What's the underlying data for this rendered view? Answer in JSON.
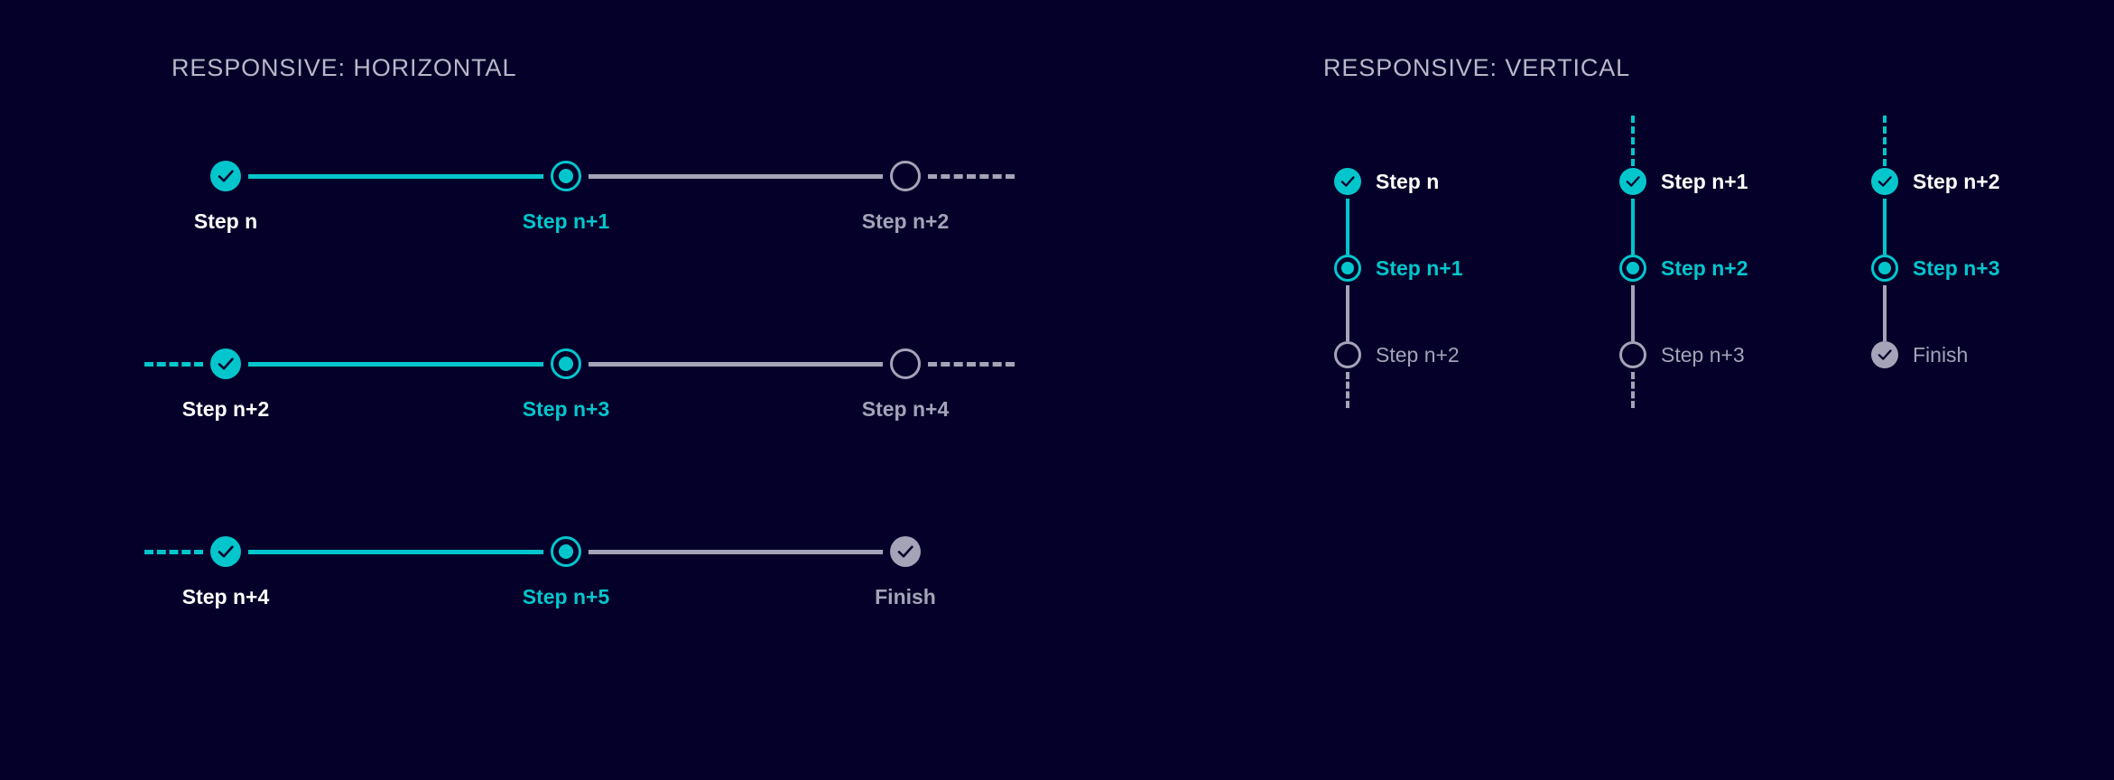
{
  "palette": {
    "background": "#040029",
    "accent": "#03c6cd",
    "muted": "#a5a3b8",
    "done_text": "#ffffff",
    "header_text": "#b9b7c9"
  },
  "sections": {
    "horizontal": {
      "title": "RESPONSIVE: HORIZONTAL"
    },
    "vertical": {
      "title": "RESPONSIVE: VERTICAL"
    }
  },
  "horizontal": {
    "rows": [
      {
        "lead": "none",
        "trail": "dashed-todo",
        "steps": [
          {
            "label": "Step n",
            "state": "done",
            "icon": "check-icon"
          },
          {
            "label": "Step n+1",
            "state": "active",
            "icon": "dot-icon"
          },
          {
            "label": "Step n+2",
            "state": "todo",
            "icon": "empty-circle-icon"
          }
        ]
      },
      {
        "lead": "dashed-done",
        "trail": "dashed-todo",
        "steps": [
          {
            "label": "Step n+2",
            "state": "done",
            "icon": "check-icon"
          },
          {
            "label": "Step n+3",
            "state": "active",
            "icon": "dot-icon"
          },
          {
            "label": "Step n+4",
            "state": "todo",
            "icon": "empty-circle-icon"
          }
        ]
      },
      {
        "lead": "dashed-done",
        "trail": "none",
        "steps": [
          {
            "label": "Step n+4",
            "state": "done",
            "icon": "check-icon"
          },
          {
            "label": "Step n+5",
            "state": "active",
            "icon": "dot-icon"
          },
          {
            "label": "Finish",
            "state": "finish",
            "icon": "check-icon"
          }
        ]
      }
    ]
  },
  "vertical": {
    "columns": [
      {
        "lead": "none",
        "trail": "dashed-todo",
        "steps": [
          {
            "label": "Step n",
            "state": "done",
            "icon": "check-icon"
          },
          {
            "label": "Step n+1",
            "state": "active",
            "icon": "dot-icon"
          },
          {
            "label": "Step n+2",
            "state": "todo",
            "icon": "empty-circle-icon"
          }
        ]
      },
      {
        "lead": "dashed-done",
        "trail": "dashed-todo",
        "steps": [
          {
            "label": "Step n+1",
            "state": "done",
            "icon": "check-icon"
          },
          {
            "label": "Step n+2",
            "state": "active",
            "icon": "dot-icon"
          },
          {
            "label": "Step n+3",
            "state": "todo",
            "icon": "empty-circle-icon"
          }
        ]
      },
      {
        "lead": "dashed-done",
        "trail": "none",
        "steps": [
          {
            "label": "Step n+2",
            "state": "done",
            "icon": "check-icon"
          },
          {
            "label": "Step n+3",
            "state": "active",
            "icon": "dot-icon"
          },
          {
            "label": "Finish",
            "state": "finish",
            "icon": "check-icon"
          }
        ]
      }
    ]
  }
}
